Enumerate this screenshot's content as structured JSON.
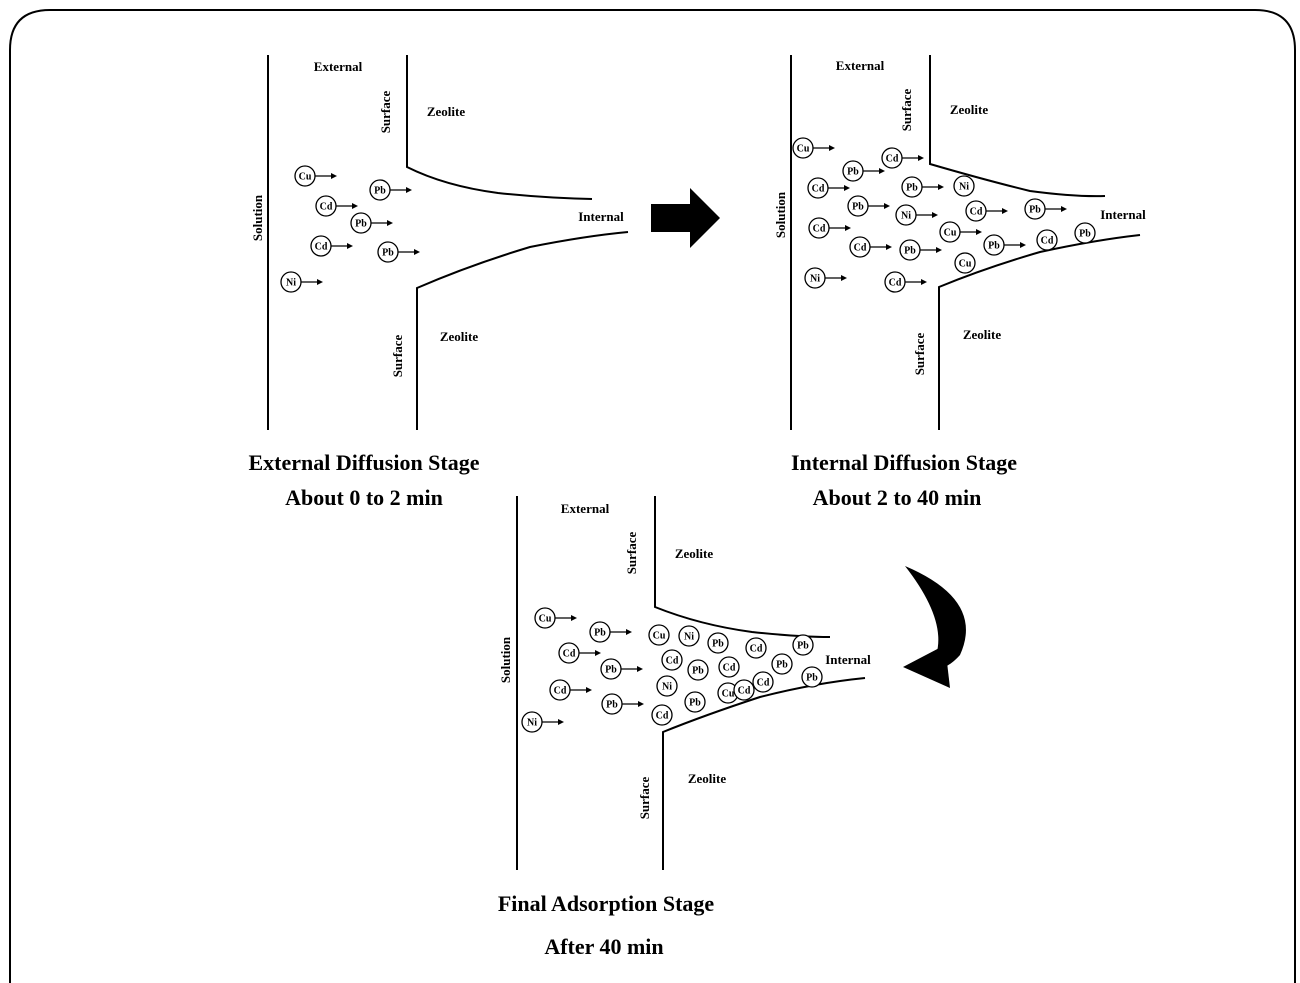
{
  "panels": [
    {
      "id": "external",
      "labels": {
        "external": "External",
        "surface_top": "Surface",
        "zeolite_top": "Zeolite",
        "solution": "Solution",
        "internal": "Internal",
        "surface_bottom": "Surface",
        "zeolite_bottom": "Zeolite"
      },
      "caption": [
        "External Diffusion Stage",
        "About 0 to 2 min"
      ],
      "ions": [
        "Cu",
        "Pb",
        "Cd",
        "Pb",
        "Cd",
        "Pb",
        "Ni"
      ]
    },
    {
      "id": "internal",
      "labels": {
        "external": "External",
        "surface_top": "Surface",
        "zeolite_top": "Zeolite",
        "solution": "Solution",
        "internal": "Internal",
        "surface_bottom": "Surface",
        "zeolite_bottom": "Zeolite"
      },
      "caption": [
        "Internal Diffusion Stage",
        "About 2 to 40 min"
      ],
      "ions": [
        "Cu",
        "Cd",
        "Pb",
        "Cd",
        "Pb",
        "Ni",
        "Pb",
        "Ni",
        "Cd",
        "Pb",
        "Cd",
        "Cu",
        "Pb",
        "Cd",
        "Pb",
        "Cd",
        "Cu",
        "Pb",
        "Ni",
        "Cd"
      ]
    },
    {
      "id": "final",
      "labels": {
        "external": "External",
        "surface_top": "Surface",
        "zeolite_top": "Zeolite",
        "solution": "Solution",
        "internal": "Internal",
        "surface_bottom": "Surface",
        "zeolite_bottom": "Zeolite"
      },
      "caption": [
        "Final Adsorption Stage",
        "After 40 min"
      ],
      "ions": [
        "Cu",
        "Pb",
        "Cd",
        "Pb",
        "Cd",
        "Pb",
        "Ni",
        "Cu",
        "Ni",
        "Pb",
        "Cd",
        "Pb",
        "Cd",
        "Pb",
        "Cd",
        "Pb",
        "Cd",
        "Ni",
        "Pb",
        "Cu",
        "Cd",
        "Pb",
        "Cd"
      ]
    }
  ]
}
